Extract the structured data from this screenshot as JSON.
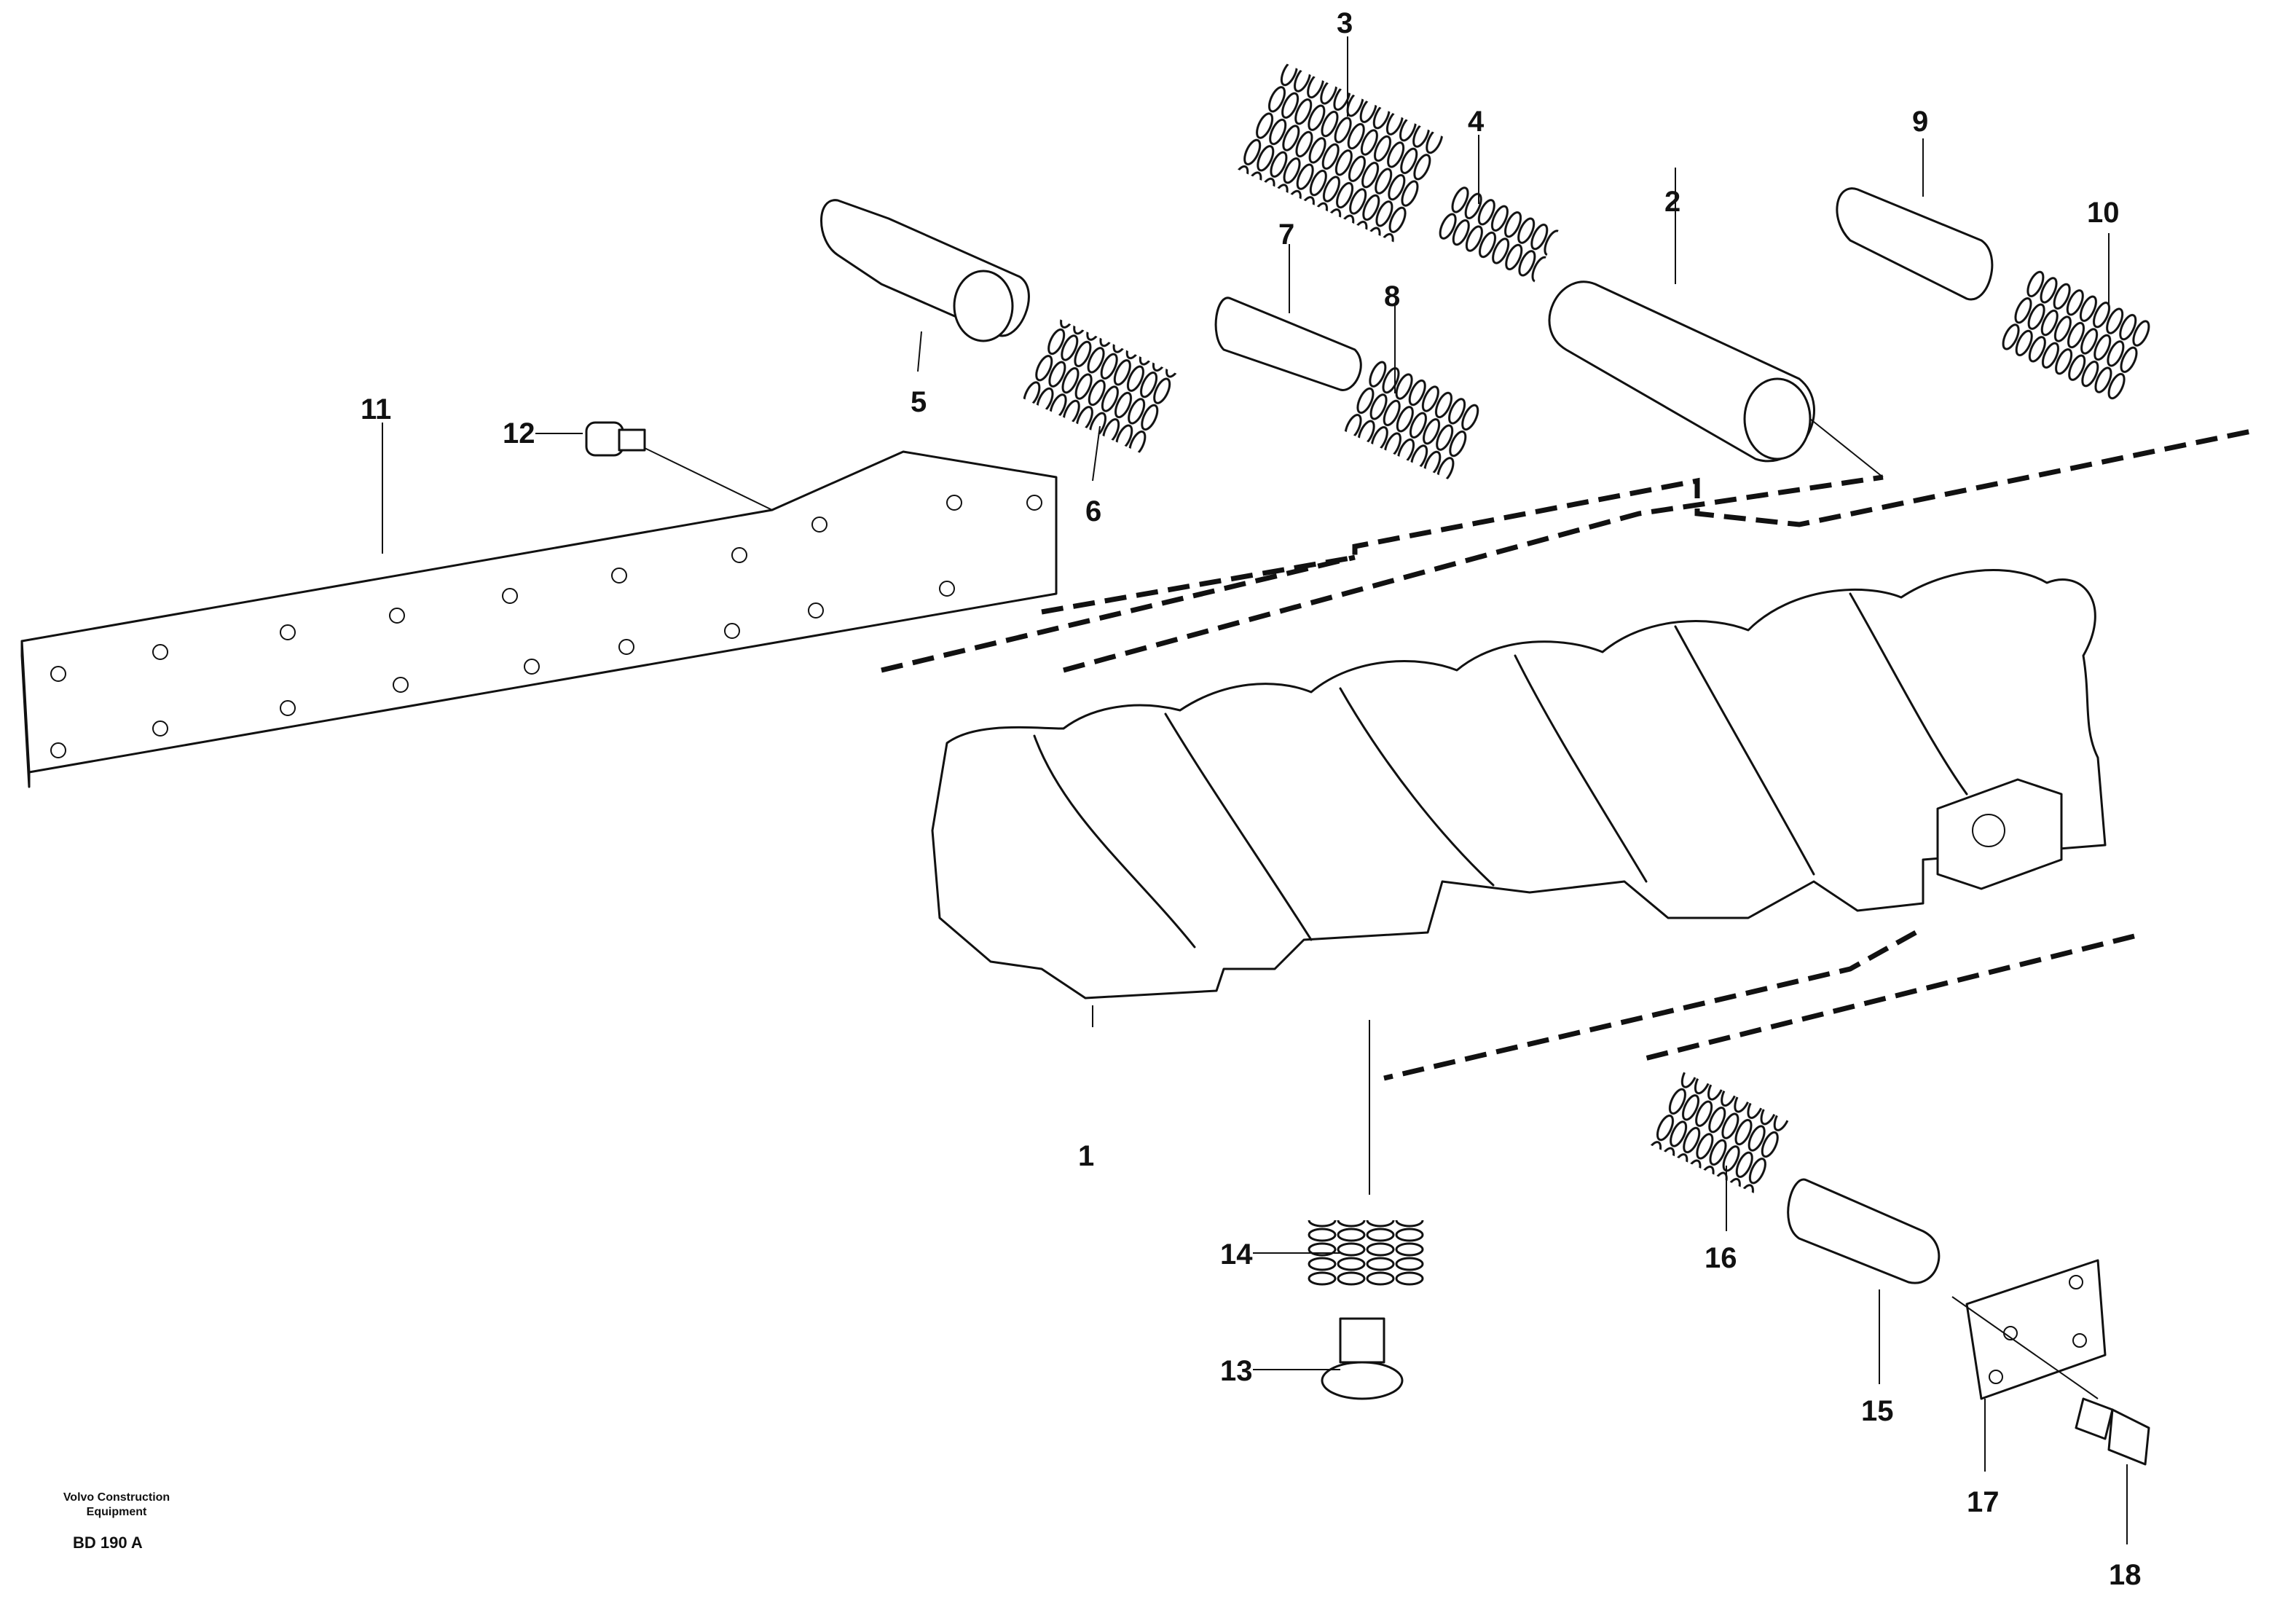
{
  "diagram": {
    "callouts": [
      "1",
      "2",
      "3",
      "4",
      "5",
      "6",
      "7",
      "8",
      "9",
      "10",
      "11",
      "12",
      "13",
      "14",
      "15",
      "16",
      "17",
      "18"
    ],
    "footer": {
      "brand_line1": "Volvo Construction",
      "brand_line2": "Equipment",
      "code": "BD 190 A"
    }
  }
}
